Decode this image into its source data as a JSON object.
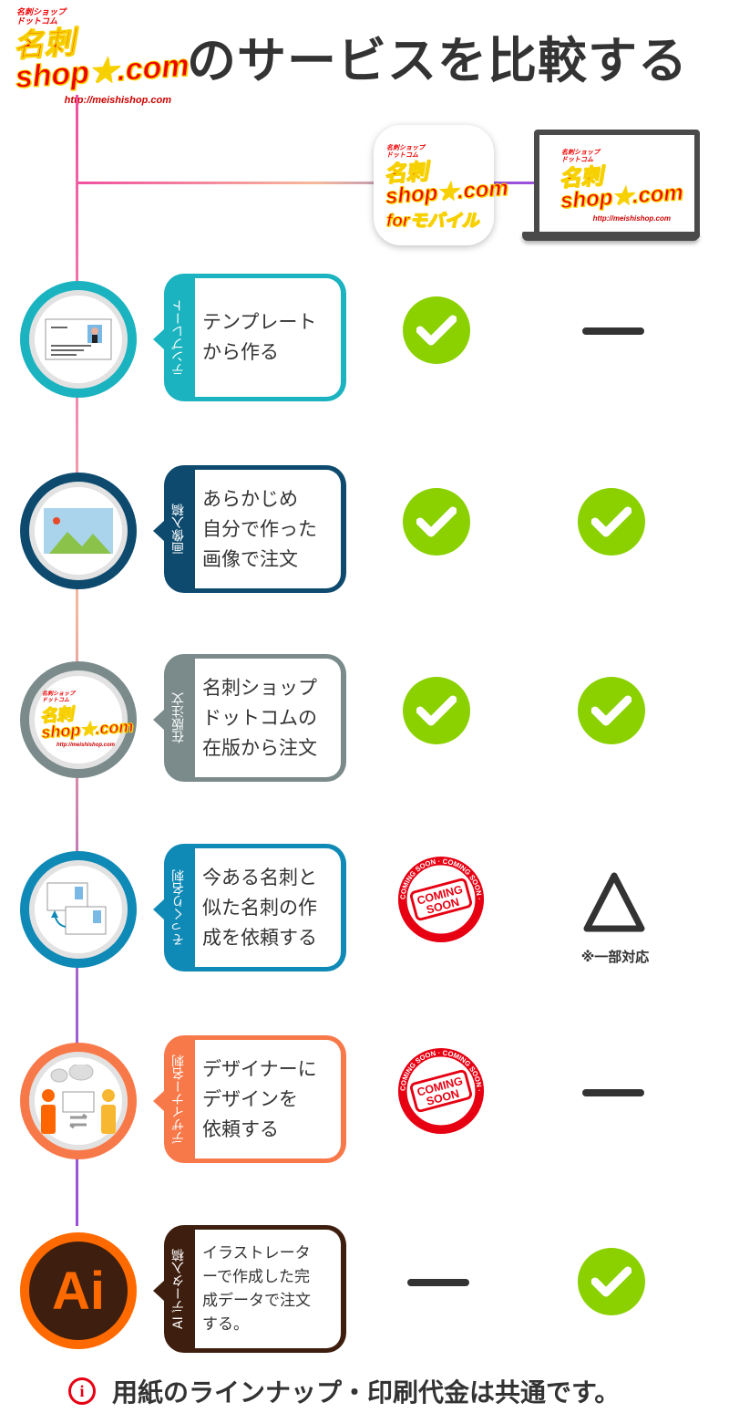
{
  "header": {
    "logo": {
      "small": "名刺ショップ ドットコム",
      "big": "名刺shop★.com",
      "url": "http://meishishop.com"
    },
    "title": "のサービスを比較する"
  },
  "columns": {
    "mobile": {
      "logo_big": "名刺shop★.com",
      "logo_small": "名刺ショップ ドットコム",
      "suffix": "forモバイル"
    },
    "pc": {
      "logo_big": "名刺shop★.com",
      "logo_small": "名刺ショップ ドットコム",
      "url": "http://meishishop.com"
    }
  },
  "rows": [
    {
      "tag": "テンプレート",
      "text": "テンプレート\nから作る",
      "color": "#1ab3bf",
      "icon": "business-card-icon",
      "mobile": "check",
      "pc": "dash"
    },
    {
      "tag": "画像入稿",
      "text": "あらかじめ\n自分で作った\n画像で注文",
      "color": "#0d4a6e",
      "icon": "image-icon",
      "mobile": "check",
      "pc": "check"
    },
    {
      "tag": "在版注文",
      "text": "名刺ショップ\nドットコムの\n在版から注文",
      "color": "#7b8b8b",
      "icon": "meishishop-logo-icon",
      "mobile": "check",
      "pc": "check"
    },
    {
      "tag": "そっくり名刺",
      "text": "今ある名刺と\n似た名刺の作\n成を依頼する",
      "color": "#0f89b5",
      "icon": "copy-cards-icon",
      "mobile": "coming-soon",
      "pc": "triangle",
      "pc_note": "※一部対応"
    },
    {
      "tag": "デザイナー名刺",
      "text": "デザイナーに\nデザインを\n依頼する",
      "color": "#f7794a",
      "icon": "designer-people-icon",
      "mobile": "coming-soon",
      "pc": "dash"
    },
    {
      "tag": "AI データ入稿",
      "text": "イラストレータ\nーで作成した完\n成データで注文\nする。",
      "color": "#3e1e0e",
      "icon": "illustrator-ai-icon",
      "icon_text": "Ai",
      "mobile": "dash",
      "pc": "check"
    }
  ],
  "coming_soon": {
    "line1": "COMING",
    "line2": "SOON",
    "ring": "COMING SOON"
  },
  "footer": {
    "icon": "info-icon",
    "text": "用紙のラインナップ・印刷代金は共通です。"
  },
  "colors": {
    "check": "#8bd100",
    "stamp": "#e60012",
    "line_pink": "#f050a0",
    "line_purple": "#9a50d8"
  }
}
